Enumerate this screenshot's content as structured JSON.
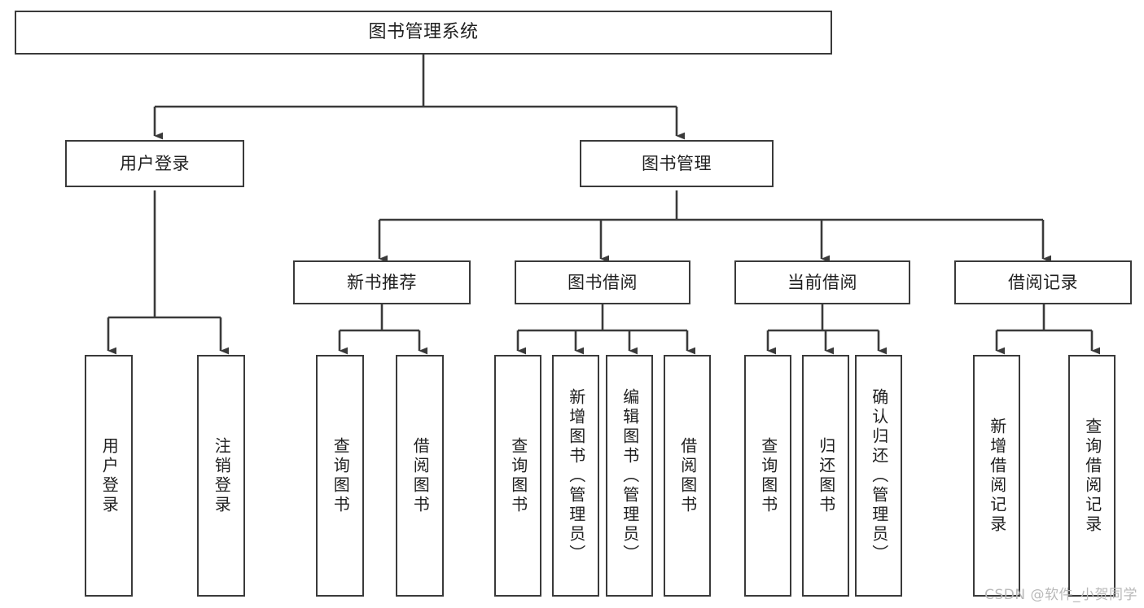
{
  "diagram": {
    "title": "图书管理系统",
    "type": "tree",
    "watermark": "CSDN @软件_小贺同学",
    "colors": {
      "box_border": "#3a3a3a",
      "box_fill": "#ffffff",
      "edge": "#3a3a3a",
      "text": "#1f1f1f",
      "watermark": "#b9b9b9",
      "background": "#ffffff"
    },
    "nodes": {
      "root": {
        "label": "图书管理系统"
      },
      "level1": [
        {
          "label": "用户登录"
        },
        {
          "label": "图书管理"
        }
      ],
      "level2": [
        {
          "label": "新书推荐"
        },
        {
          "label": "图书借阅"
        },
        {
          "label": "当前借阅"
        },
        {
          "label": "借阅记录"
        }
      ],
      "leaves": {
        "user_login": [
          {
            "label": "用户登录"
          },
          {
            "label": "注销登录"
          }
        ],
        "new_book": [
          {
            "label": "查询图书"
          },
          {
            "label": "借阅图书"
          }
        ],
        "borrow_book": [
          {
            "label": "查询图书"
          },
          {
            "label": "新增图书（管理员）"
          },
          {
            "label": "编辑图书（管理员）"
          },
          {
            "label": "借阅图书"
          }
        ],
        "current_borrow": [
          {
            "label": "查询图书"
          },
          {
            "label": "归还图书"
          },
          {
            "label": "确认归还（管理员）"
          }
        ],
        "borrow_record": [
          {
            "label": "新增借阅记录"
          },
          {
            "label": "查询借阅记录"
          }
        ]
      }
    }
  }
}
